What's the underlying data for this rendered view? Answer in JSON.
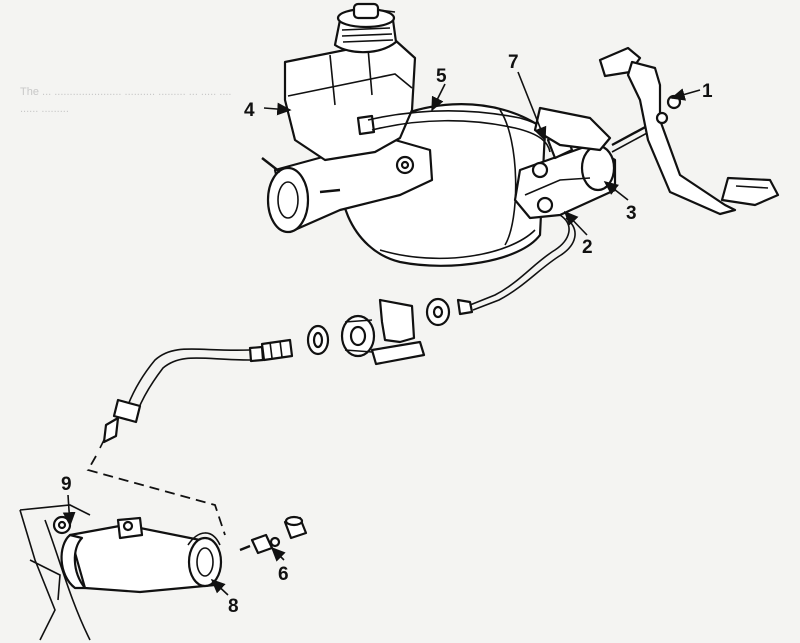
{
  "callouts": {
    "c1": "1",
    "c2": "2",
    "c3": "3",
    "c4": "4",
    "c5": "5",
    "c6": "6",
    "c7": "7",
    "c8": "8",
    "c9": "9"
  },
  "bleed_through_text": {
    "line1": "The ... ...................... .......... ......... ... ..... ....",
    "line2": "...... ........."
  },
  "colors": {
    "ink": "#111111",
    "paper": "#f4f4f2",
    "part_fill": "#ffffff",
    "bleed_text": "#c8c8c8"
  }
}
